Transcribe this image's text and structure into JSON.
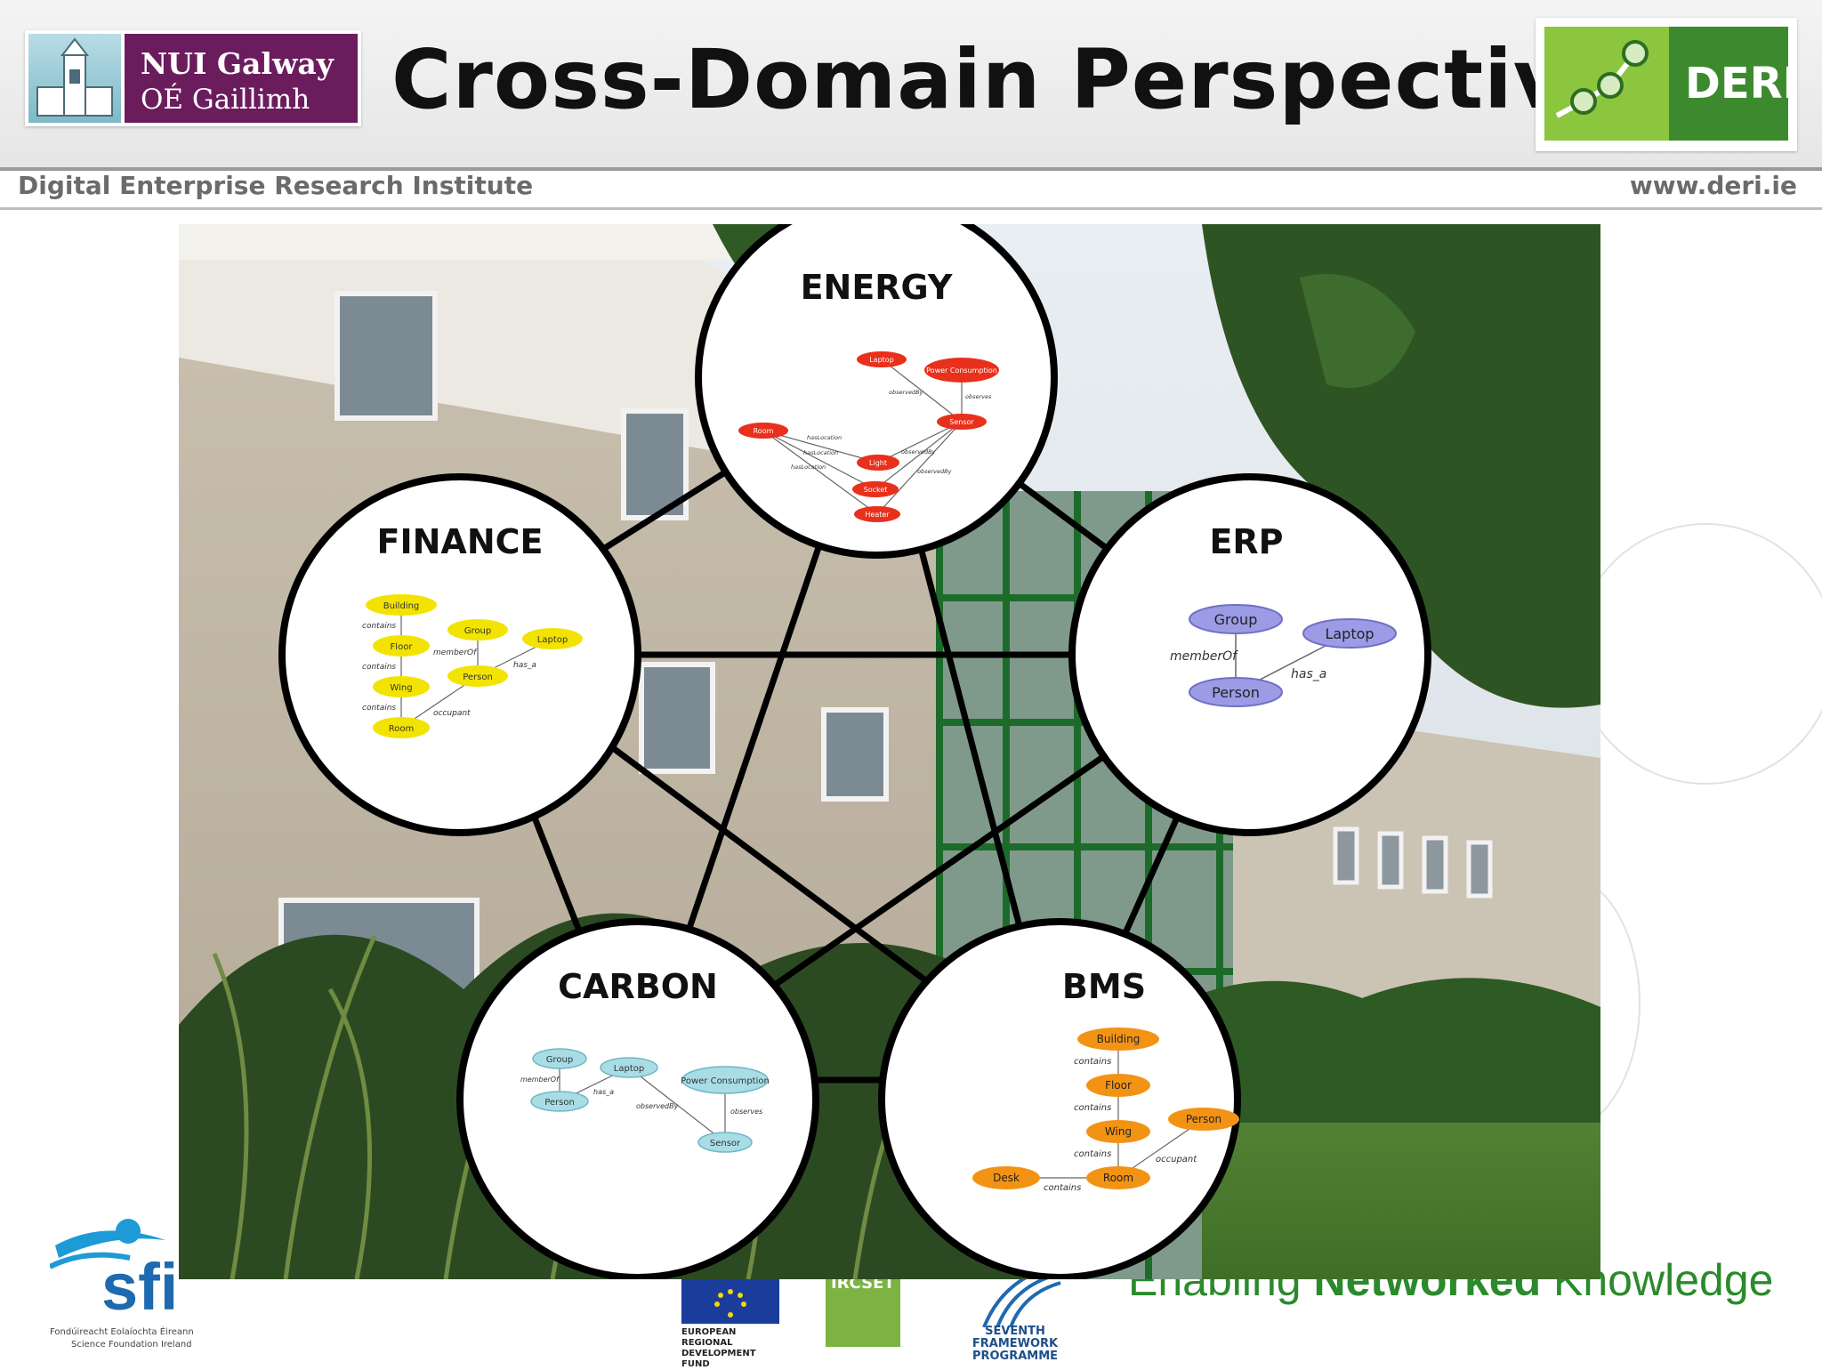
{
  "header": {
    "title": "Cross-Domain Perspective",
    "institute": "Digital Enterprise Research Institute",
    "url": "www.deri.ie",
    "nui_line1": "NUI Galway",
    "nui_line2": "OÉ Gaillimh",
    "deri_logo": "DERI"
  },
  "domains": [
    {
      "name": "ENERGY",
      "color": "#e8301c",
      "nodes": [
        "Laptop",
        "Power Consumption",
        "Sensor",
        "Room",
        "Light",
        "Socket",
        "Heater"
      ],
      "edges": [
        "observedBy",
        "observes",
        "hasLocation",
        "hasLocation",
        "hasLocation",
        "observedBy",
        "observedBy"
      ]
    },
    {
      "name": "FINANCE",
      "color": "#f2e400",
      "nodes": [
        "Building",
        "Floor",
        "Wing",
        "Room",
        "Group",
        "Person",
        "Laptop"
      ],
      "edges": [
        "contains",
        "contains",
        "contains",
        "memberOf",
        "has_a",
        "occupant"
      ]
    },
    {
      "name": "ERP",
      "color": "#9b9be6",
      "nodes": [
        "Group",
        "Laptop",
        "Person"
      ],
      "edges": [
        "memberOf",
        "has_a"
      ]
    },
    {
      "name": "CARBON",
      "color": "#a9dde6",
      "nodes": [
        "Group",
        "Laptop",
        "Person",
        "Power Consumption",
        "Sensor"
      ],
      "edges": [
        "memberOf",
        "has_a",
        "observedBy",
        "observes"
      ]
    },
    {
      "name": "BMS",
      "color": "#f39314",
      "nodes": [
        "Building",
        "Floor",
        "Wing",
        "Person",
        "Desk",
        "Room"
      ],
      "edges": [
        "contains",
        "contains",
        "contains",
        "occupant",
        "contains"
      ]
    }
  ],
  "footer": {
    "sfi_name": "sfi",
    "sfi_sub1": "Fondúireacht Eolaíochta Éireann",
    "sfi_sub2": "Science Foundation Ireland",
    "eu_fund": "EUROPEAN REGIONAL DEVELOPMENT FUND",
    "fp7": "SEVENTH FRAMEWORK PROGRAMME",
    "ircset": "IRCSET",
    "tagline_1": "Enabling ",
    "tagline_2": "Networked",
    "tagline_3": " Knowledge"
  },
  "colors": {
    "deri_green": "#3d8a2e",
    "nui_purple": "#6b1c5d"
  }
}
